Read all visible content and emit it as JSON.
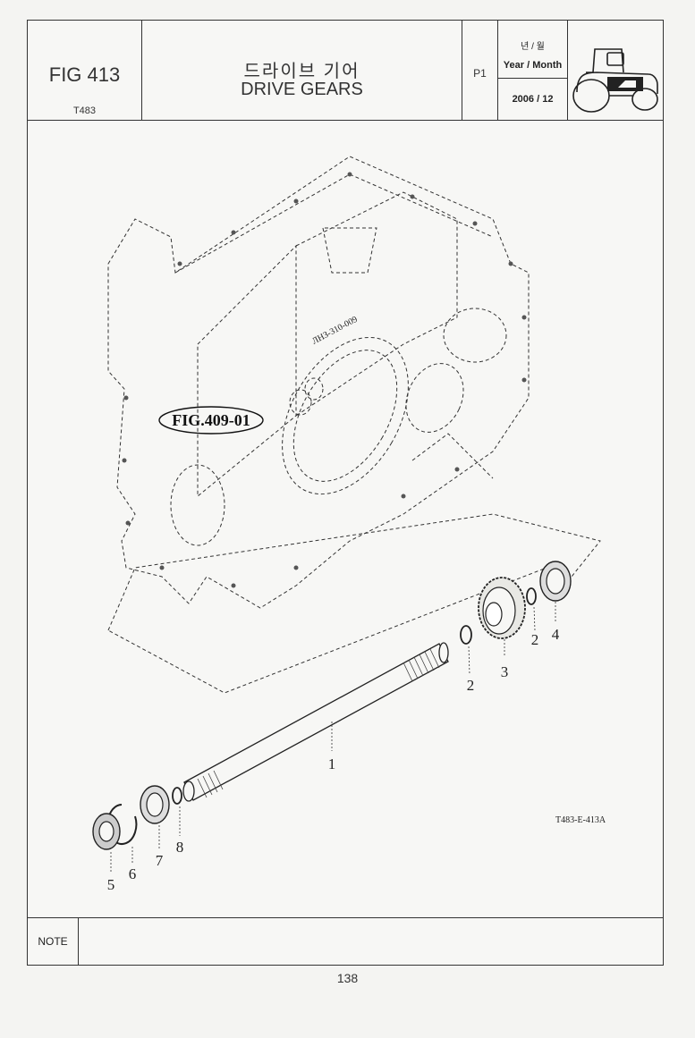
{
  "header": {
    "fig_number": "FIG 413",
    "model": "T483",
    "title_korean": "드라이브 기어",
    "title_english": "DRIVE GEARS",
    "page": "P1",
    "date_label_korean": "년 / 월",
    "date_label_english": "Year / Month",
    "date_value": "2006 / 12"
  },
  "drawing": {
    "figure_reference": "FIG.409-01",
    "housing_marking": "ЛНЗ-310-009",
    "drawing_code": "T483-E-413A",
    "callouts": [
      "1",
      "2",
      "2",
      "3",
      "4",
      "5",
      "6",
      "7",
      "8"
    ]
  },
  "note": {
    "label": "NOTE",
    "text": ""
  },
  "footer": {
    "page_number": "138"
  }
}
